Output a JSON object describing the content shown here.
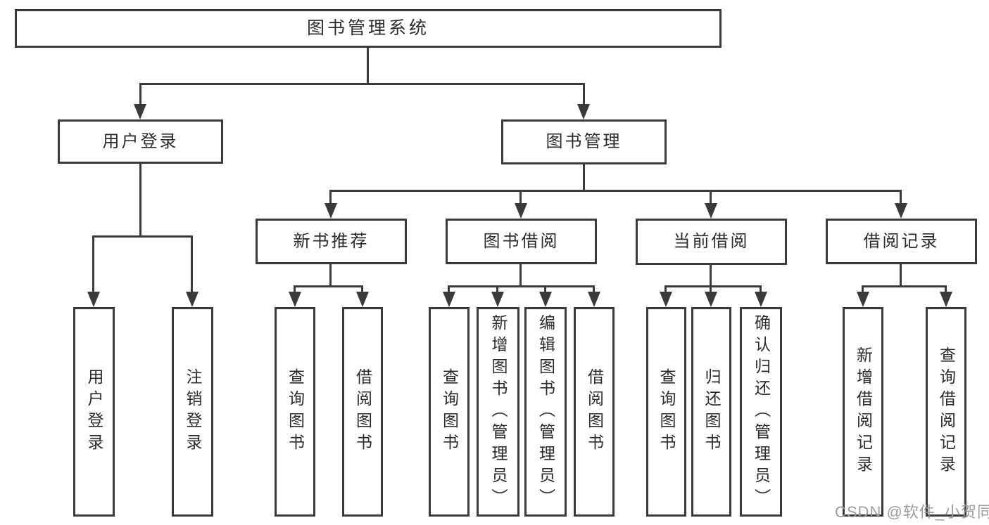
{
  "colors": {
    "line": "#3a3a3a",
    "box_border": "#3a3a3a",
    "box_fill": "#ffffff",
    "text": "#2b2b2b",
    "watermark": "#949494"
  },
  "diagram": {
    "root": "图书管理系统",
    "login_branch": {
      "label": "用户登录",
      "children": [
        "用户登录",
        "注销登录"
      ]
    },
    "mgmt_branch": {
      "label": "图书管理",
      "modules": [
        {
          "label": "新书推荐",
          "children": [
            "查询图书",
            "借阅图书"
          ]
        },
        {
          "label": "图书借阅",
          "children": [
            "查询图书",
            "新增图书（管理员）",
            "编辑图书（管理员）",
            "借阅图书"
          ]
        },
        {
          "label": "当前借阅",
          "children": [
            "查询图书",
            "归还图书",
            "确认归还（管理员）"
          ]
        },
        {
          "label": "借阅记录",
          "children": [
            "新增借阅记录",
            "查询借阅记录"
          ]
        }
      ]
    }
  },
  "watermark": {
    "text": "CSDN @软件_小贺同学"
  }
}
